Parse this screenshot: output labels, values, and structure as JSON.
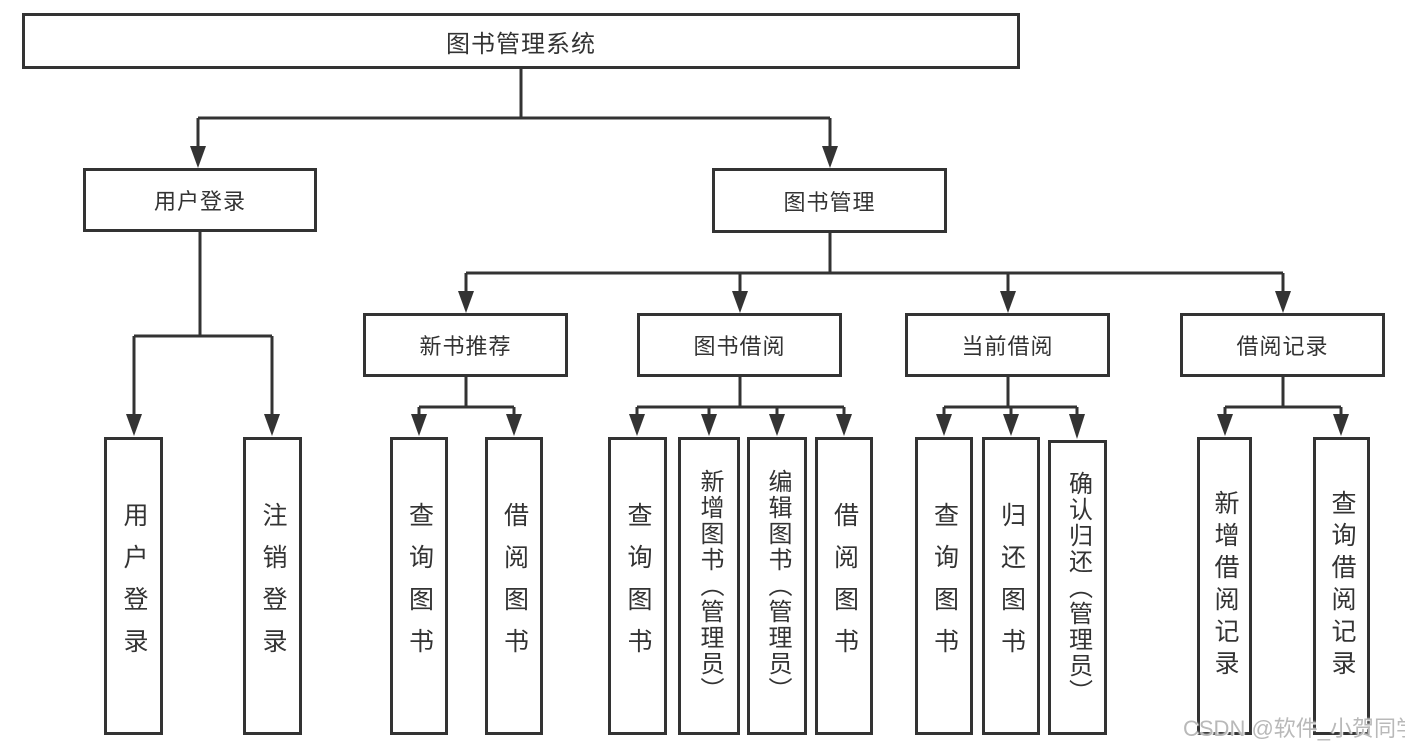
{
  "diagram_title": "图书管理系统",
  "nodes": {
    "root": {
      "label": "图书管理系统"
    },
    "user_login": {
      "label": "用户登录"
    },
    "book_mgmt": {
      "label": "图书管理"
    },
    "new_book_rec": {
      "label": "新书推荐"
    },
    "book_borrow": {
      "label": "图书借阅"
    },
    "current_borrow": {
      "label": "当前借阅"
    },
    "borrow_record": {
      "label": "借阅记录"
    },
    "ul_user_login": {
      "label": "用户登录"
    },
    "ul_logout": {
      "label": "注销登录"
    },
    "nb_query_book": {
      "label": "查询图书"
    },
    "nb_borrow_book": {
      "label": "借阅图书"
    },
    "bb_query_book": {
      "label": "查询图书"
    },
    "bb_add_book": {
      "label": "新增图书（管理员）"
    },
    "bb_edit_book": {
      "label": "编辑图书（管理员）"
    },
    "bb_borrow_book": {
      "label": "借阅图书"
    },
    "cb_query_book": {
      "label": "查询图书"
    },
    "cb_return_book": {
      "label": "归还图书"
    },
    "cb_confirm_return": {
      "label": "确认归还（管理员）"
    },
    "br_add_record": {
      "label": "新增借阅记录"
    },
    "br_query_record": {
      "label": "查询借阅记录"
    }
  },
  "hierarchy": {
    "root": [
      "user_login",
      "book_mgmt"
    ],
    "user_login": [
      "ul_user_login",
      "ul_logout"
    ],
    "book_mgmt": [
      "new_book_rec",
      "book_borrow",
      "current_borrow",
      "borrow_record"
    ],
    "new_book_rec": [
      "nb_query_book",
      "nb_borrow_book"
    ],
    "book_borrow": [
      "bb_query_book",
      "bb_add_book",
      "bb_edit_book",
      "bb_borrow_book"
    ],
    "current_borrow": [
      "cb_query_book",
      "cb_return_book",
      "cb_confirm_return"
    ],
    "borrow_record": [
      "br_add_record",
      "br_query_record"
    ]
  },
  "watermark": "CSDN @软件_小贺同学",
  "colors": {
    "line": "#333333",
    "box_border": "#333333",
    "text": "#333333",
    "background": "#ffffff",
    "watermark": "#b9b9b9"
  }
}
